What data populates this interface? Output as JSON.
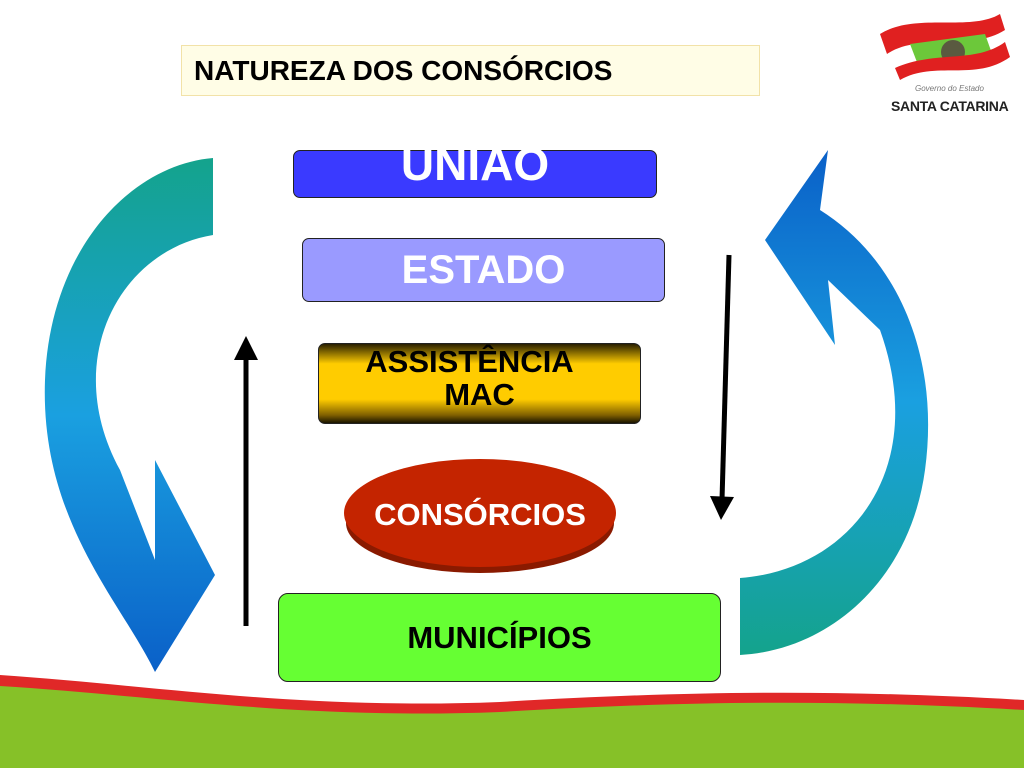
{
  "title": "NATUREZA DOS CONSÓRCIOS",
  "levels": {
    "uniao": "UNIÃO",
    "estado": "ESTADO",
    "assistencia_line1": "ASSISTÊNCIA",
    "assistencia_line2": "MAC",
    "consorcios": "CONSÓRCIOS",
    "municipios": "MUNICÍPIOS"
  },
  "logo": {
    "subtitle": "Governo do Estado",
    "name": "SANTA CATARINA"
  },
  "colors": {
    "uniao": "#3a3aff",
    "estado": "#9a9aff",
    "assistencia": "#ffcc00",
    "consorcios": "#c42400",
    "municipios": "#66ff33",
    "ground": "#86c128",
    "stripe": "#e02828"
  }
}
